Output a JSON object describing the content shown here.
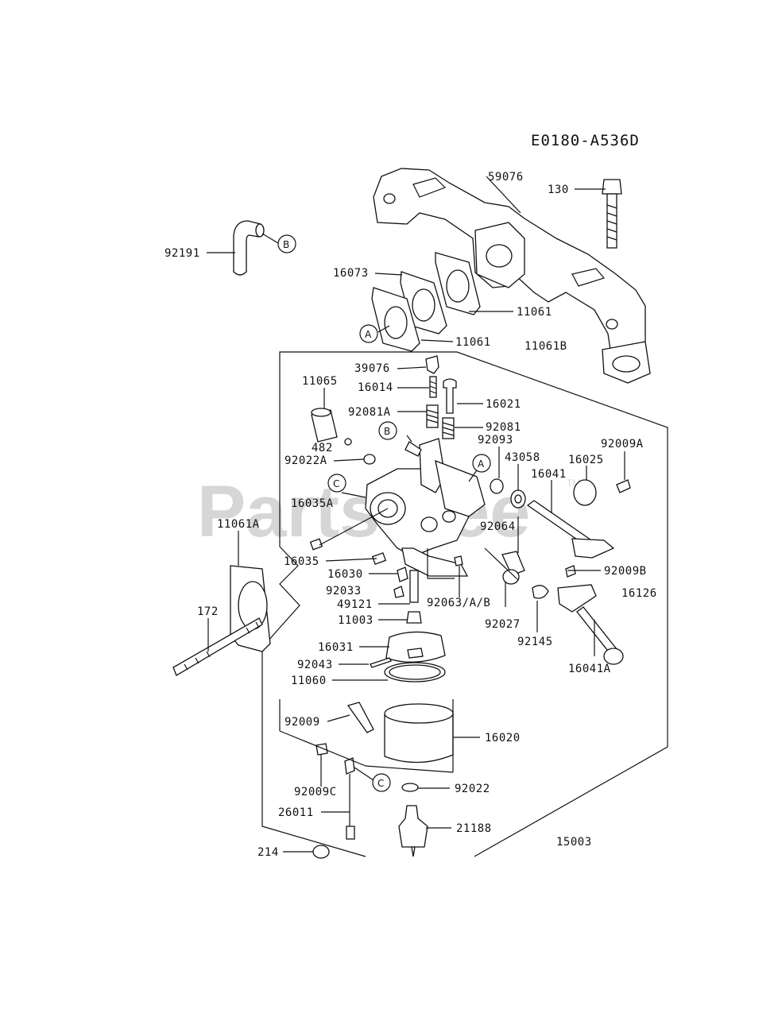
{
  "diagram": {
    "code": "E0180-A536D",
    "watermark": "PartsTree",
    "watermark_tm": "TM",
    "callouts": [
      "A",
      "B",
      "C"
    ],
    "labels": [
      "59076",
      "130",
      "92191",
      "16073",
      "11061",
      "11061",
      "11061B",
      "39076",
      "16014",
      "16021",
      "11065",
      "92081A",
      "92081",
      "482",
      "92093",
      "92022A",
      "43058",
      "16025",
      "92009A",
      "16041",
      "16035A",
      "11061A",
      "92064",
      "16035",
      "16030",
      "92033",
      "92009B",
      "16126",
      "49121",
      "92063/A/B",
      "92027",
      "11003",
      "92145",
      "172",
      "16041A",
      "16031",
      "92043",
      "11060",
      "92009",
      "16020",
      "92009C",
      "92022",
      "26011",
      "21188",
      "15003",
      "214"
    ]
  }
}
